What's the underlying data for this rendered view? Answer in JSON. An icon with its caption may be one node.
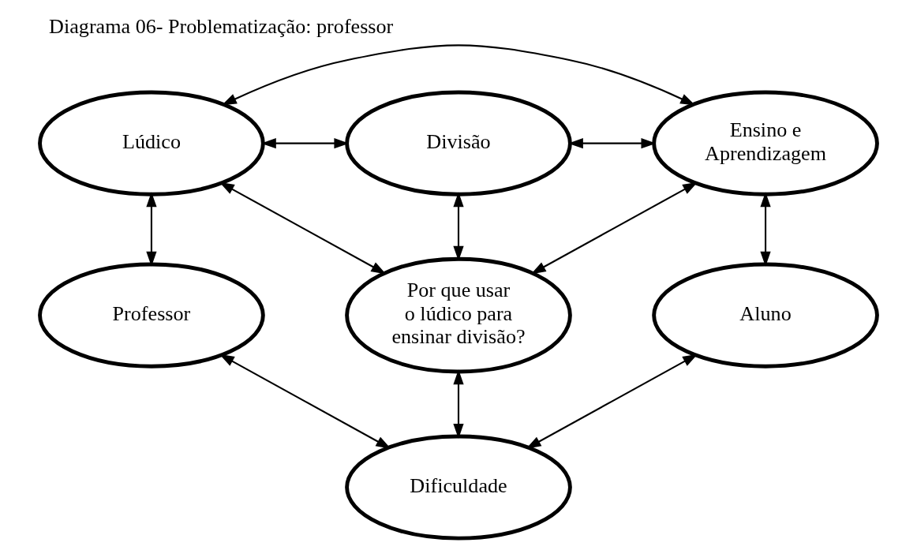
{
  "diagram": {
    "title": "Diagrama 06- Problematização: professor",
    "nodes": [
      {
        "text": [
          "Lúdico"
        ]
      },
      {
        "text": [
          "Divisão"
        ]
      },
      {
        "text": [
          "Ensino e Aprendizagem"
        ]
      },
      {
        "text": [
          "Professor"
        ]
      },
      {
        "text": [
          "Por que usar o lúdico para ensinar divisão?"
        ]
      },
      {
        "text": [
          "Aluno"
        ]
      },
      {
        "text": [
          "Dificuldade"
        ]
      }
    ],
    "edges": [
      {
        "from": 0,
        "to": 2,
        "arrow": "both"
      },
      {
        "from": 0,
        "to": 1,
        "arrow": "both"
      },
      {
        "from": 1,
        "to": 2,
        "arrow": "both"
      },
      {
        "from": 0,
        "to": 3,
        "arrow": "both"
      },
      {
        "from": 0,
        "to": 4,
        "arrow": "both"
      },
      {
        "from": 1,
        "to": 4,
        "arrow": "both"
      },
      {
        "from": 2,
        "to": 4,
        "arrow": "both"
      },
      {
        "from": 2,
        "to": 5,
        "arrow": "both"
      },
      {
        "from": 4,
        "to": 6,
        "arrow": "both"
      },
      {
        "from": 3,
        "to": 6,
        "arrow": "both"
      },
      {
        "from": 5,
        "to": 6,
        "arrow": "both"
      }
    ]
  }
}
